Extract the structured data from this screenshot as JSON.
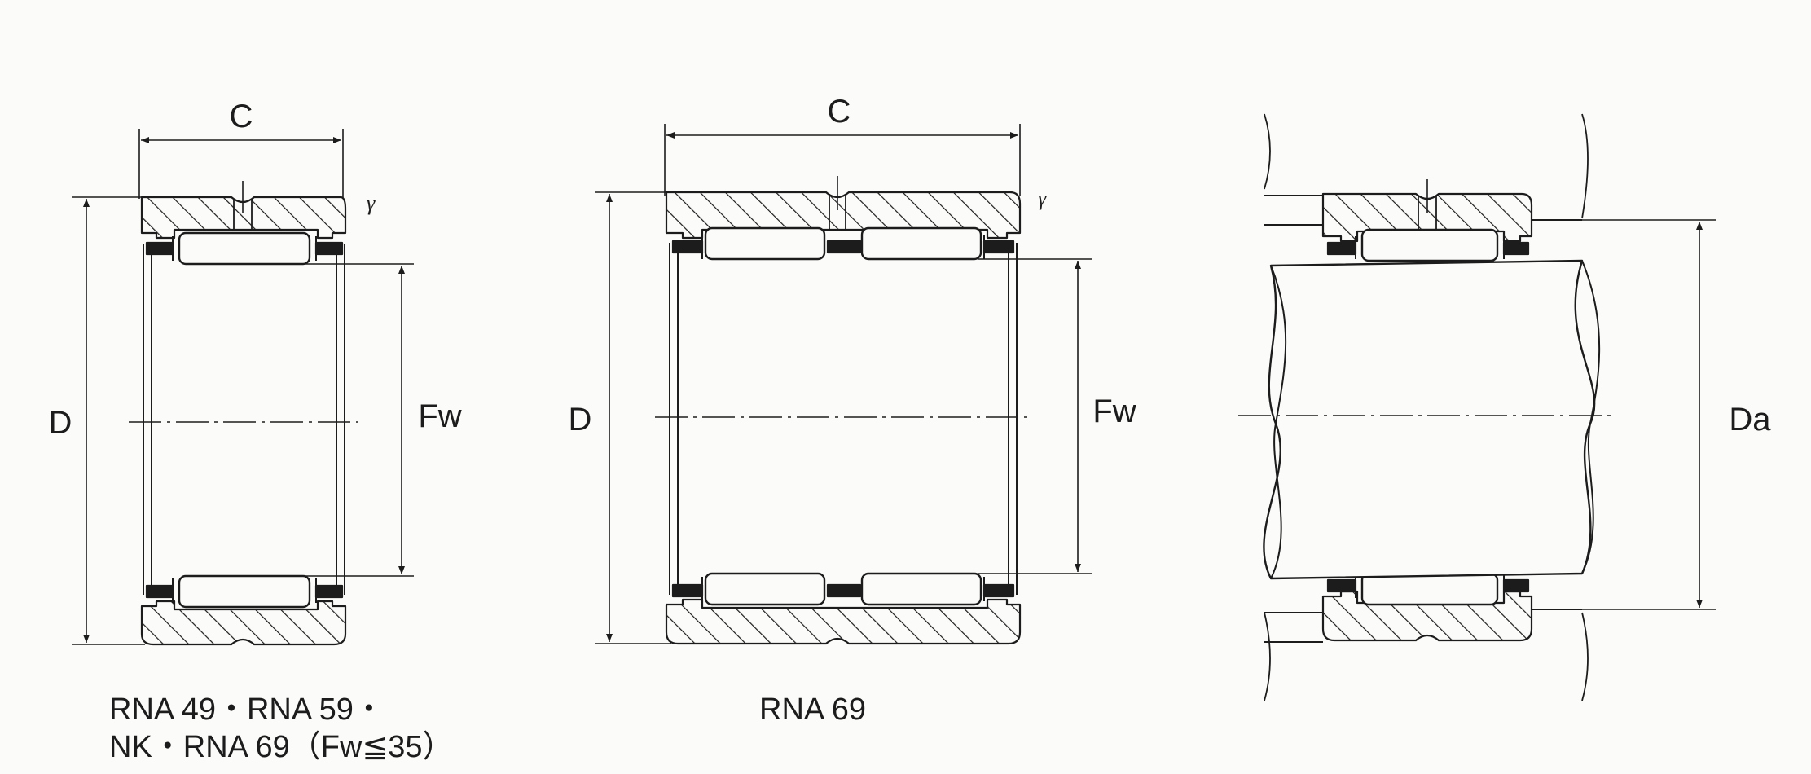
{
  "figures": [
    {
      "id": "fig1",
      "labels": {
        "c": "C",
        "d": "D",
        "fw": "Fw",
        "gamma": "γ"
      },
      "caption": [
        "RNA 49・RNA 59・",
        "NK・RNA 69（Fw≦35）"
      ]
    },
    {
      "id": "fig2",
      "labels": {
        "c": "C",
        "d": "D",
        "fw": "Fw",
        "gamma": "γ"
      },
      "caption": [
        "RNA 69"
      ]
    },
    {
      "id": "fig3",
      "labels": {
        "da": "Da"
      }
    }
  ],
  "colors": {
    "ink": "#1c1c1c",
    "paper": "#fbfbf9"
  }
}
